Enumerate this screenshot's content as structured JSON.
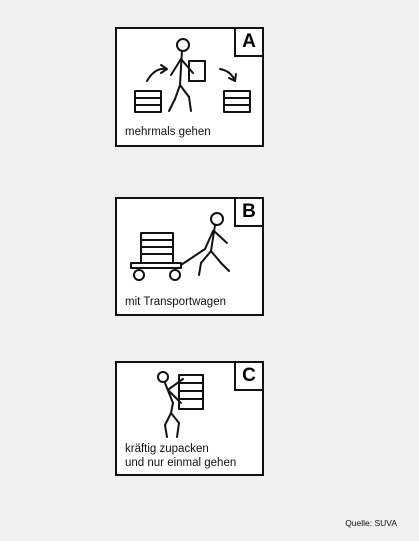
{
  "panels": [
    {
      "letter": "A",
      "caption": "mehrmals gehen"
    },
    {
      "letter": "B",
      "caption": "mit Transportwagen"
    },
    {
      "letter": "C",
      "caption": "kräftig zupacken\nund nur einmal gehen"
    }
  ],
  "source": "Quelle: SUVA"
}
